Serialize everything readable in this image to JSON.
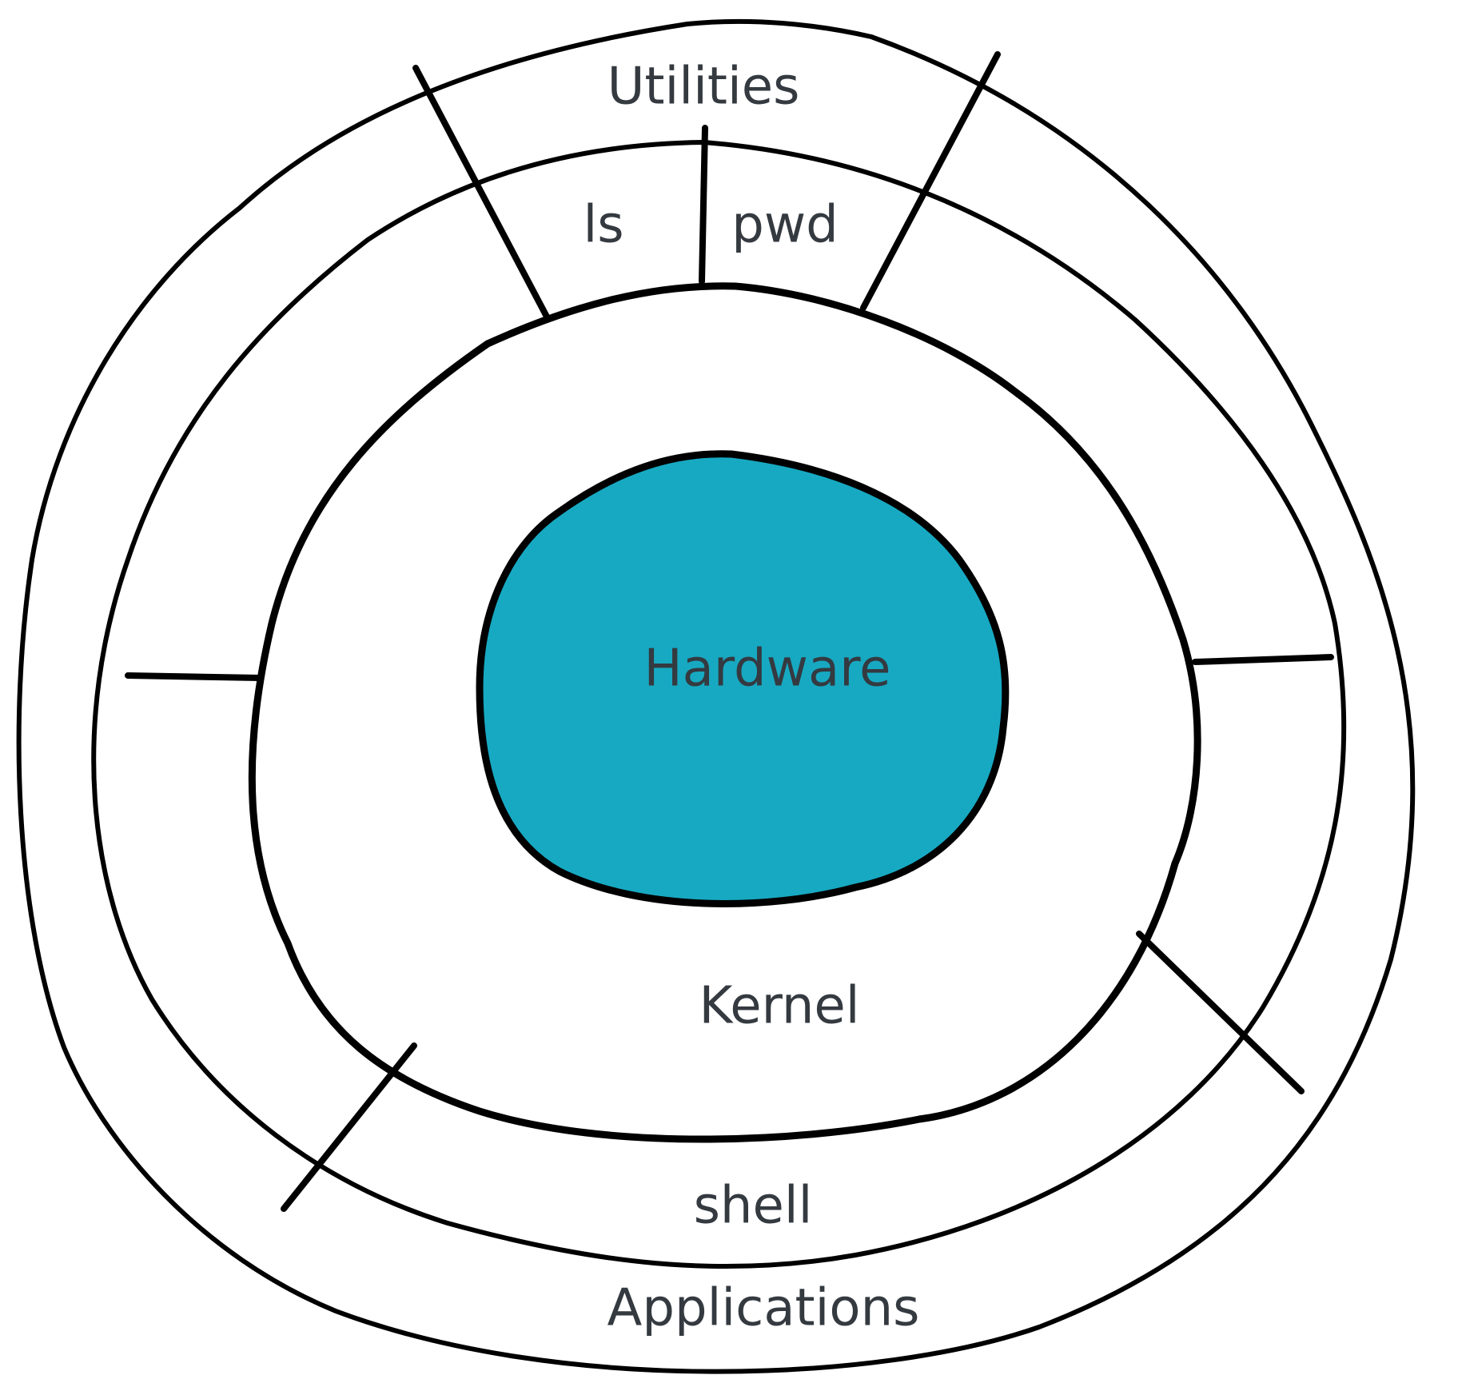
{
  "diagram": {
    "labels": {
      "utilities": "Utilities",
      "ls": "ls",
      "pwd": "pwd",
      "hardware": "Hardware",
      "kernel": "Kernel",
      "shell": "shell",
      "applications": "Applications"
    },
    "colors": {
      "core_fill": "#17a9c2",
      "stroke": "#000000",
      "text": "#343a40"
    }
  }
}
